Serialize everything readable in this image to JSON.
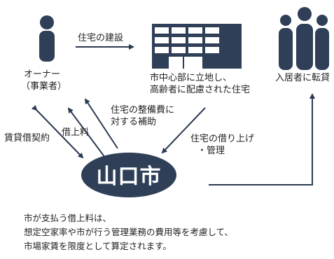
{
  "nodes": {
    "owner": {
      "label_line1": "オーナー",
      "label_line2": "（事業者）"
    },
    "building": {
      "label_line1": "市中心部に立地し、",
      "label_line2": "高齢者に配慮された住宅"
    },
    "tenants": {
      "label": "入居者に転貸"
    },
    "city": {
      "label": "山口市"
    }
  },
  "arrows": {
    "construction": "住宅の建設",
    "lease_contract": "賃貸借契約",
    "rent": "借上料",
    "subsidy_line1": "住宅の整備費に",
    "subsidy_line2": "対する補助",
    "leasing_line1": "住宅の借り上げ",
    "leasing_line2": "・管理"
  },
  "footnote": {
    "line1": "市が支払う借上料は、",
    "line2": "想定空家率や市が行う管理業務の費用等を考慮して、",
    "line3": "市場家賃を限度として算定されます。"
  },
  "colors": {
    "figure": "#2f3f57",
    "arrow": "#2b3a52",
    "city_fill": "#2f3f57"
  },
  "icons": [
    "person-icon",
    "apartment-building-icon",
    "group-of-people-icon"
  ]
}
